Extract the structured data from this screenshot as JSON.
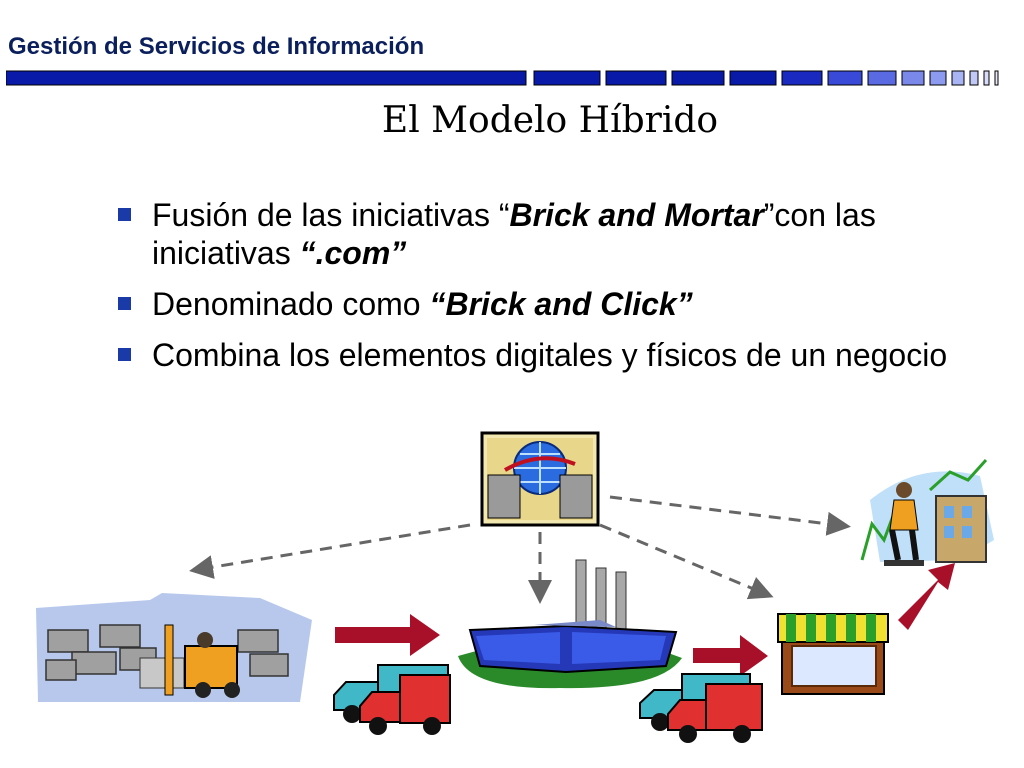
{
  "header": {
    "title": "Gestión de Servicios de Información"
  },
  "slide": {
    "title": "El Modelo Híbrido"
  },
  "bullets": [
    {
      "pre": "Fusión de las iniciativas “",
      "em": "Brick and Mortar",
      "post": "”con las iniciativas ",
      "em2": "“.com”"
    },
    {
      "pre": "Denominado como ",
      "em": "“Brick and Click”"
    },
    {
      "pre": "Combina los elementos digitales y físicos de un negocio"
    }
  ],
  "colors": {
    "header_text": "#0a1f5c",
    "bar_dark": "#0a1aa8",
    "bar_light": "#8c9bf0",
    "bullet": "#1a3aa8",
    "arrow": "#a8102a"
  },
  "illustration": {
    "icons": [
      "computer-globe-icon",
      "warehouse-forklift-icon",
      "delivery-truck-icon",
      "factory-icon",
      "storefront-icon",
      "customer-shopping-icon"
    ]
  }
}
